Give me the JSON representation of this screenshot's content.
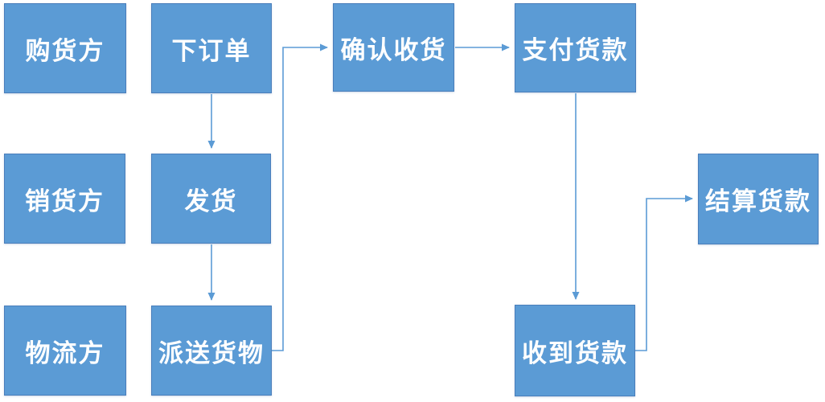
{
  "diagram": {
    "type": "flowchart",
    "title": "",
    "nodes": {
      "buyer": {
        "label": "购货方"
      },
      "seller": {
        "label": "销货方"
      },
      "logistics": {
        "label": "物流方"
      },
      "place_order": {
        "label": "下订单"
      },
      "ship": {
        "label": "发货"
      },
      "deliver": {
        "label": "派送货物"
      },
      "confirm_receipt": {
        "label": "确认收货"
      },
      "pay": {
        "label": "支付货款"
      },
      "receive_payment": {
        "label": "收到货款"
      },
      "settle": {
        "label": "结算货款"
      }
    },
    "edges": [
      {
        "from": "下订单",
        "to": "发货",
        "style": "straight-down-arrow"
      },
      {
        "from": "发货",
        "to": "派送货物",
        "style": "straight-down-arrow"
      },
      {
        "from": "派送货物",
        "to": "确认收货",
        "style": "elbow-right-up-right-arrow"
      },
      {
        "from": "确认收货",
        "to": "支付货款",
        "style": "straight-right-arrow"
      },
      {
        "from": "支付货款",
        "to": "收到货款",
        "style": "straight-down-arrow"
      },
      {
        "from": "收到货款",
        "to": "结算货款",
        "style": "elbow-right-up-right-arrow"
      }
    ],
    "role_rows": [
      {
        "role": "购货方",
        "steps": [
          "下订单",
          "确认收货",
          "支付货款"
        ]
      },
      {
        "role": "销货方",
        "steps": [
          "发货",
          "结算货款"
        ]
      },
      {
        "role": "物流方",
        "steps": [
          "派送货物",
          "收到货款"
        ]
      }
    ]
  },
  "colors": {
    "node_fill": "#5b9bd5",
    "node_border": "#4a7ebb",
    "line_color": "#5b9bd5",
    "node_text": "#ffffff",
    "background": "#ffffff"
  }
}
